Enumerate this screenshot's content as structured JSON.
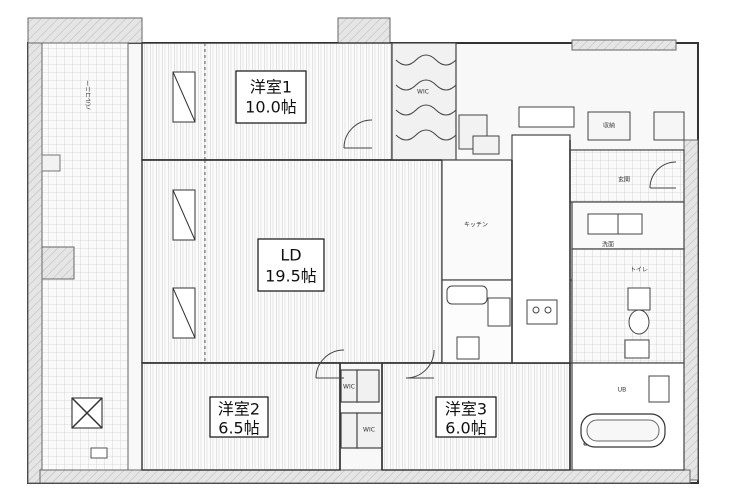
{
  "rooms": {
    "western1": {
      "name": "洋室1",
      "size": "10.0帖"
    },
    "living": {
      "name": "LD",
      "size": "19.5帖"
    },
    "western2": {
      "name": "洋室2",
      "size": "6.5帖"
    },
    "western3": {
      "name": "洋室3",
      "size": "6.0帖"
    }
  },
  "labels": {
    "ub": "UB",
    "wic1": "WIC",
    "wic2": "WIC",
    "wic3": "WIC",
    "balcony": "バルコニー",
    "entrance": "玄関",
    "storage": "収納",
    "kitchen": "キッチン",
    "washroom": "洗面",
    "toilet": "トイレ"
  }
}
